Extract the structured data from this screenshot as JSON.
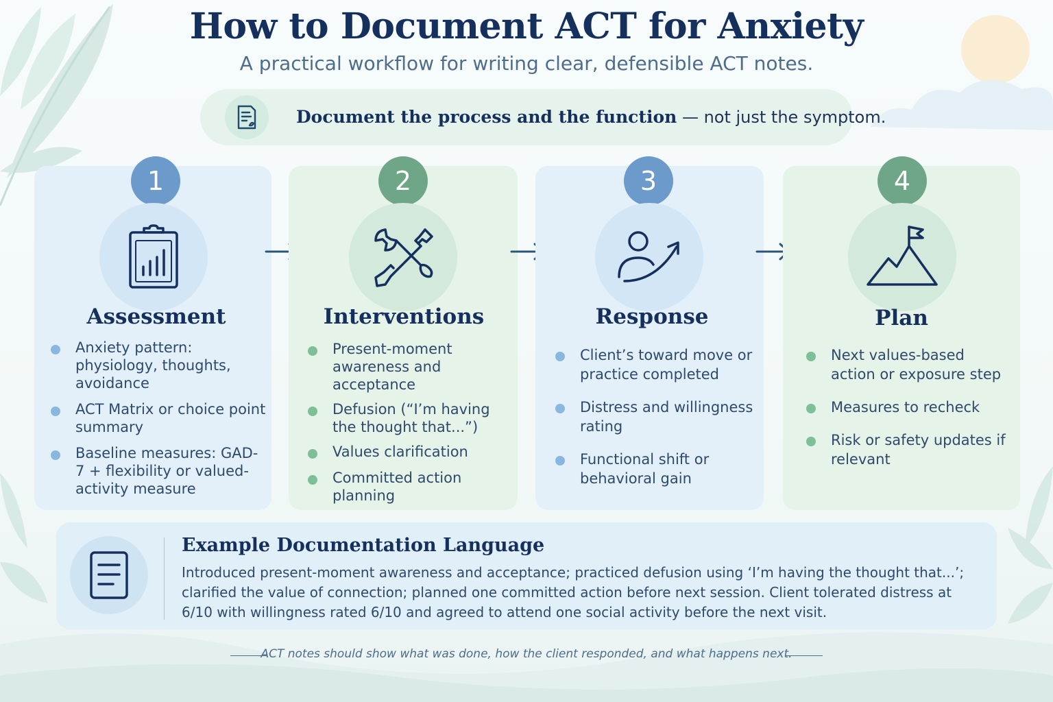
{
  "title": "How to Document ACT for Anxiety",
  "subtitle": "A practical workflow for writing clear, defensible ACT notes.",
  "banner": {
    "icon": "document-pen-icon",
    "strong": "Document the process and the function",
    "rest": " — not just the symptom."
  },
  "steps": [
    {
      "number": "1",
      "title": "Assessment",
      "icon": "clipboard-chart-icon",
      "bullets": [
        "Anxiety pattern: physiology, thoughts, avoidance",
        "ACT Matrix or choice point summary",
        "Baseline measures: GAD-7 + flexibility or valued-activity measure"
      ]
    },
    {
      "number": "2",
      "title": "Interventions",
      "icon": "tools-icon",
      "bullets": [
        "Present-moment awareness and acceptance",
        "Defusion (“I’m having the thought that...”)",
        "Values clarification",
        "Committed action planning"
      ]
    },
    {
      "number": "3",
      "title": "Response",
      "icon": "person-growth-icon",
      "bullets": [
        "Client’s toward move or practice completed",
        "Distress and willingness rating",
        "Functional shift or behavioral gain"
      ]
    },
    {
      "number": "4",
      "title": "Plan",
      "icon": "mountain-flag-icon",
      "bullets": [
        "Next values-based action or exposure step",
        "Measures to recheck",
        "Risk or safety updates if relevant"
      ]
    }
  ],
  "example": {
    "title": "Example Documentation Language",
    "icon": "document-icon",
    "text": "Introduced present-moment awareness and acceptance; practiced defusion using ‘I’m having the thought that...’; clarified the value of connection; planned one committed action before next session. Client tolerated distress at 6/10 with willingness rated 6/10 and agreed to attend one social activity before the next visit."
  },
  "footer": "ACT notes should show what was done, how the client responded, and what happens next.",
  "colors": {
    "navy": "#16305e",
    "blue_badge": "#6c9bcb",
    "green_badge": "#6fa687",
    "blue_card": "#e3f0fa",
    "green_card": "#e6f3e9"
  }
}
